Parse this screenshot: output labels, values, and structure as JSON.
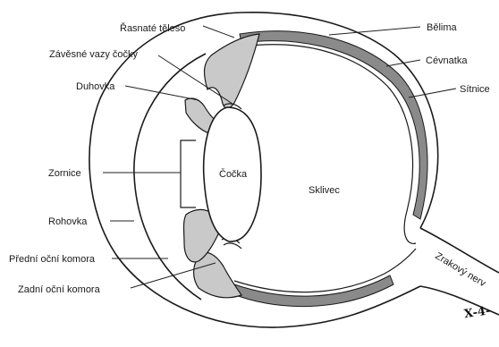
{
  "labels": {
    "rasnate_teleso": "Řasnaté těleso",
    "zavesne_vazy": "Závěsné vazy čočky",
    "duhovka": "Duhovka",
    "zornice": "Zornice",
    "rohovka": "Rohovka",
    "predni_komora": "Přední oční komora",
    "zadni_komora": "Zadní oční komora",
    "belima": "Bělima",
    "cevnatka": "Cévnatka",
    "sitnice": "Sítnice",
    "cocka": "Čočka",
    "sklivec": "Sklivec",
    "zrakovy_nerv": "Zrakový nerv"
  },
  "signature": "X-4-",
  "colors": {
    "stroke": "#1a1a1a",
    "shade": "#c9c9c9",
    "choroid": "#8a8a8a",
    "background": "#ffffff"
  }
}
